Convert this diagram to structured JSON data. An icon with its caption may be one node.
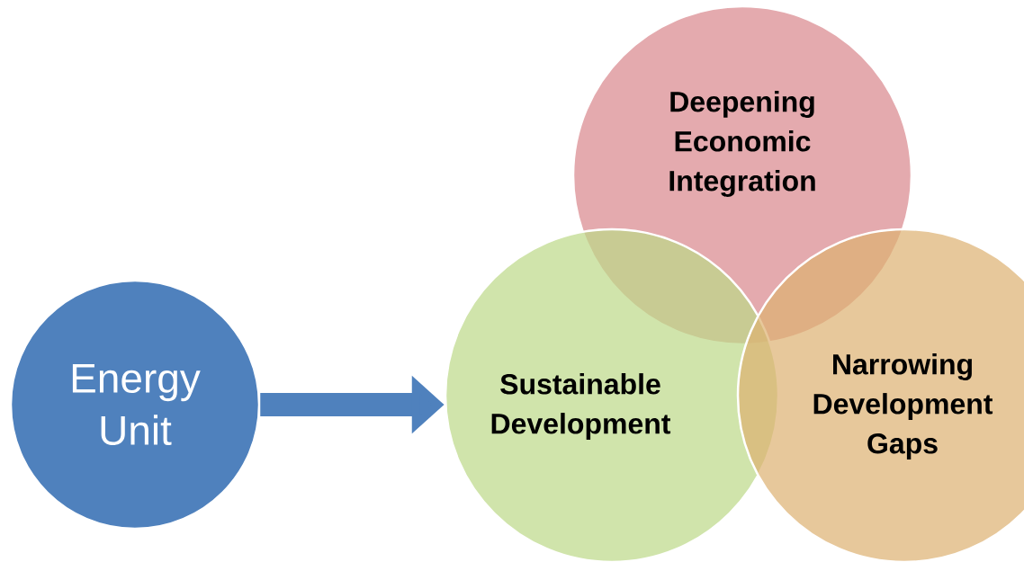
{
  "diagram": {
    "nodes": [
      {
        "text": [
          "Energy Unit"
        ]
      },
      {
        "text": [
          "Deepening Economic Integration"
        ]
      },
      {
        "text": [
          "Sustainable Development"
        ]
      },
      {
        "text": [
          "Narrowing Development Gaps"
        ]
      }
    ],
    "edges": [
      {
        "from": 0,
        "to": 2,
        "arrow": "to"
      }
    ]
  }
}
